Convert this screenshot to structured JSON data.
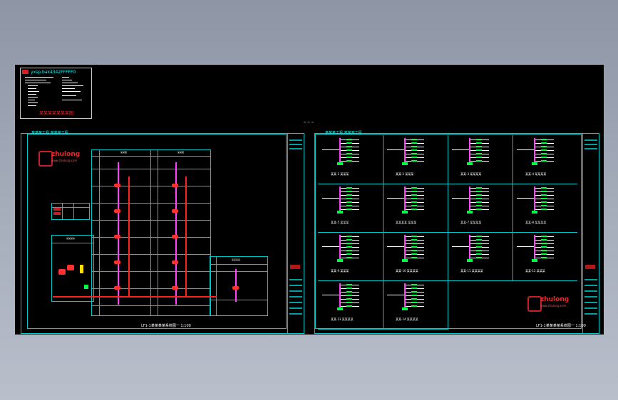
{
  "legend": {
    "title": "yxsp.bak4342FFFFF0",
    "red_text": "某某某某某某某图"
  },
  "sheet_left": {
    "header": "某某某工程  某某某工程",
    "caption": "LF1-1某某某某系统图一  1:100",
    "logo_text": "zhulong",
    "logo_sub": "www.zhulong.com",
    "tower_a_title": "某某楼",
    "tower_b_title": "某某楼",
    "annex_title": "某某某房",
    "pump_title": "某某某房"
  },
  "sheet_right": {
    "header": "某某某工程  某某某工程",
    "caption": "LF1-1某某某某系统图一  1:100",
    "logo_text": "zhulong",
    "logo_sub": "www.zhulong.com",
    "circuits": [
      {
        "label": "某某-1  某某某"
      },
      {
        "label": "某某-2  某某某"
      },
      {
        "label": "某某-3  某某某某"
      },
      {
        "label": "某某-4  某某某某"
      },
      {
        "label": "某某-5  某某某"
      },
      {
        "label": "某某某某  某某某"
      },
      {
        "label": "某某-7  某某某某"
      },
      {
        "label": "某某-8  某某某某"
      },
      {
        "label": "某某-9  某某某"
      },
      {
        "label": "某某-10  某某某某"
      },
      {
        "label": "某某-11  某某某某"
      },
      {
        "label": "某某-12  某某某"
      },
      {
        "label": "某某-13  某某某某"
      },
      {
        "label": "某某-14  某某某某"
      }
    ]
  },
  "colors": {
    "background_top": "#8e96a6",
    "canvas": "#000000",
    "frame": "#00c8c8",
    "riser": "#ff40ff",
    "pipe": "#ff2020",
    "breaker": "#00ff40"
  }
}
